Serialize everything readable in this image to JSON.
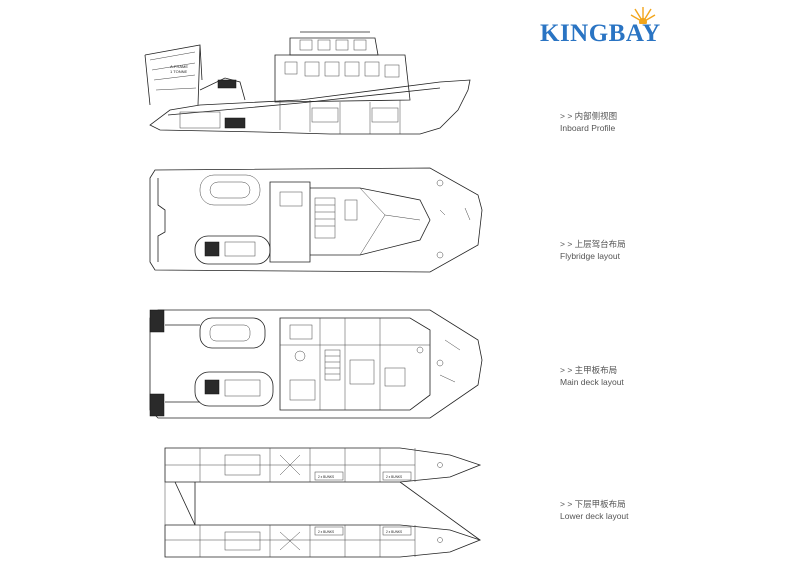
{
  "brand": {
    "name": "KINGBAY",
    "accent": "#2a74c3",
    "sun_color": "#f2a51b"
  },
  "views": [
    {
      "id": "inboard",
      "cn": "> > 内部侧视图",
      "en": "Inboard Profile"
    },
    {
      "id": "flybridge",
      "cn": "> > 上层驾台布局",
      "en": "Flybridge layout"
    },
    {
      "id": "main",
      "cn": "> > 主甲板布局",
      "en": "Main deck layout"
    },
    {
      "id": "lower",
      "cn": "> > 下层甲板布局",
      "en": "Lower deck layout"
    }
  ],
  "drawing_labels": {
    "aframe": "A-FRAME",
    "aframe_cap": "1 TONNE",
    "bunks": "2 x BUNKS"
  }
}
